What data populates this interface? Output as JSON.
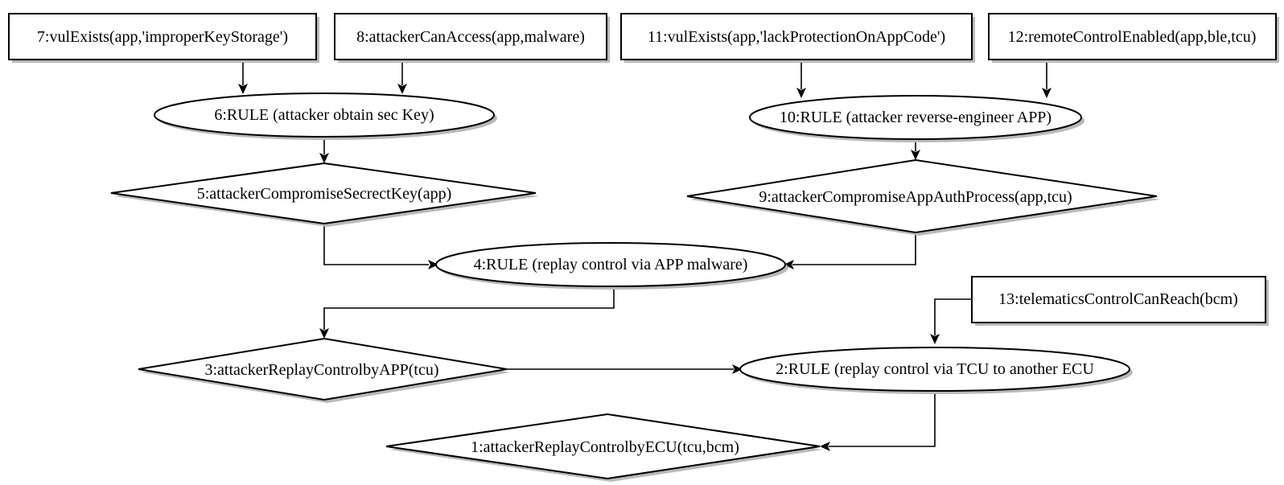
{
  "diagram": {
    "nodes": {
      "n1": "1:attackerReplayControlbyECU(tcu,bcm)",
      "n2": "2:RULE (replay control via TCU to another ECU",
      "n3": "3:attackerReplayControlbyAPP(tcu)",
      "n4": "4:RULE (replay control via APP malware)",
      "n5": "5:attackerCompromiseSecrectKey(app)",
      "n6": "6:RULE (attacker obtain sec Key)",
      "n7": "7:vulExists(app,'improperKeyStorage')",
      "n8": "8:attackerCanAccess(app,malware)",
      "n9": "9:attackerCompromiseAppAuthProcess(app,tcu)",
      "n10": "10:RULE (attacker reverse-engineer APP)",
      "n11": "11:vulExists(app,'lackProtectionOnAppCode')",
      "n12": "12:remoteControlEnabled(app,ble,tcu)",
      "n13": "13:telematicsControlCanReach(bcm)"
    }
  }
}
